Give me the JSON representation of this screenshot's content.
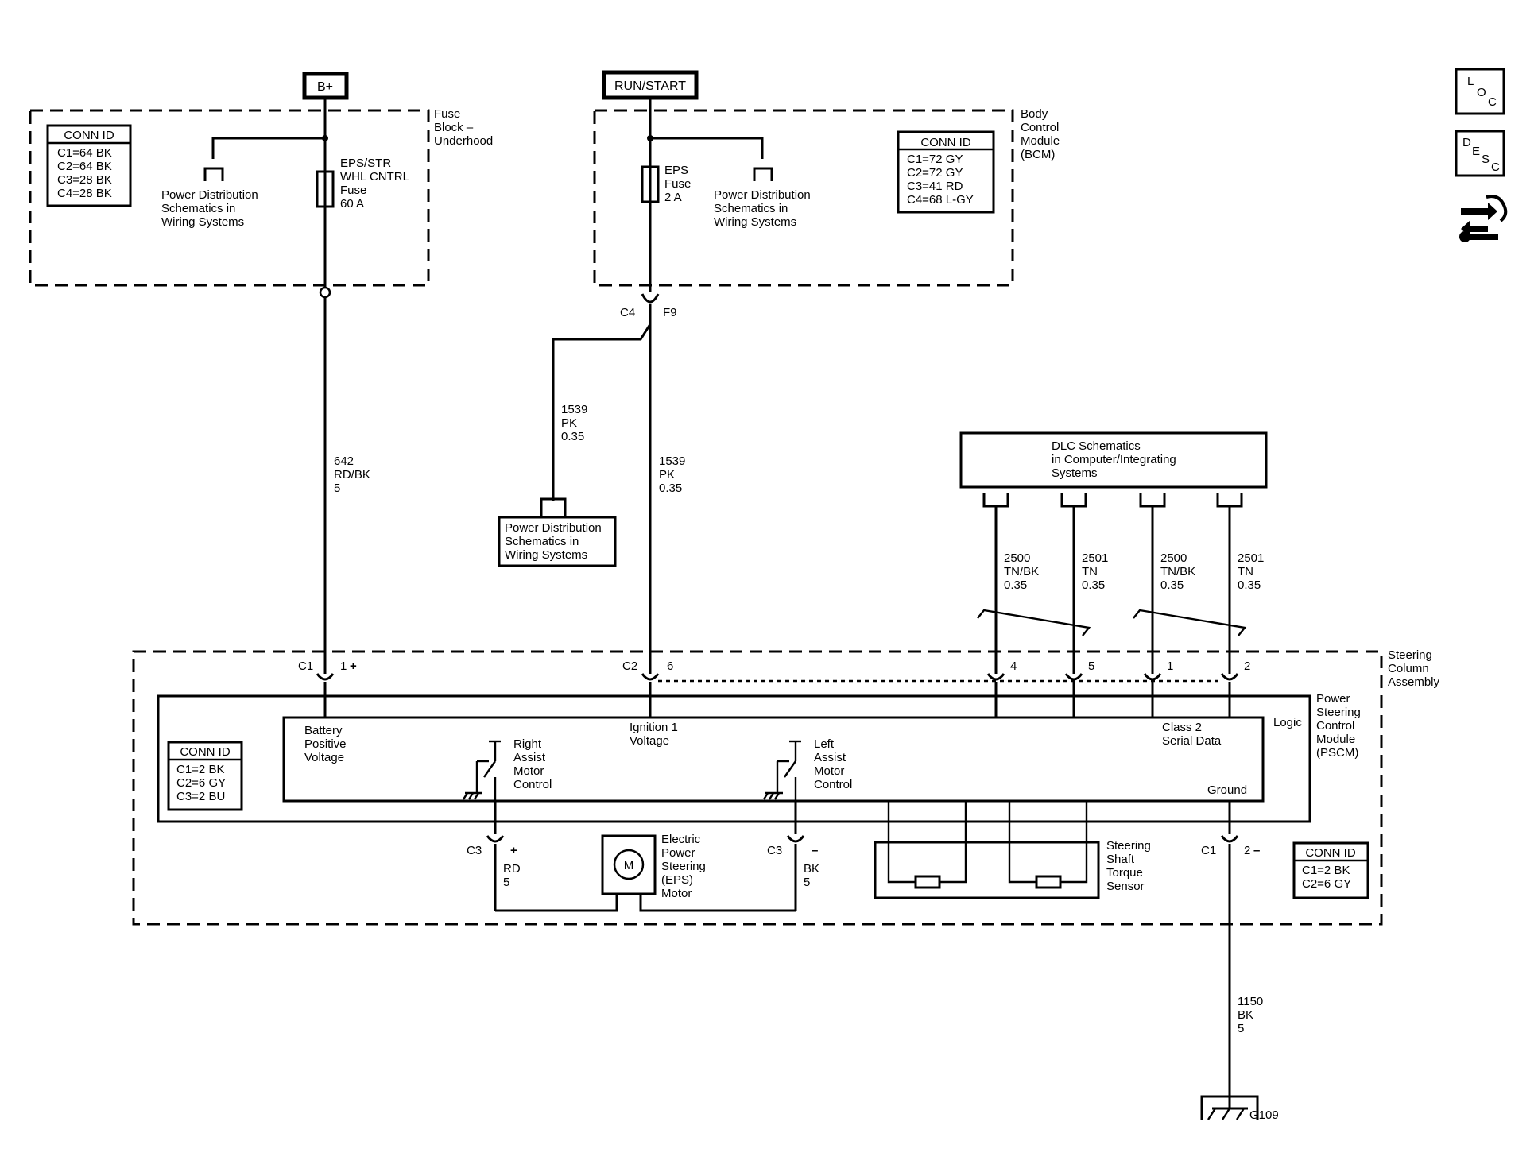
{
  "sources": {
    "battery": "B+",
    "ignition": "RUN/START"
  },
  "fuse_block": {
    "title": [
      "Fuse",
      "Block –",
      "Underhood"
    ],
    "conn_id": {
      "header": "CONN ID",
      "rows": [
        "C1=64 BK",
        "C2=64 BK",
        "C3=28 BK",
        "C4=28 BK"
      ]
    },
    "ref": [
      "Power Distribution",
      "Schematics in",
      "Wiring Systems"
    ],
    "fuse": [
      "EPS/STR",
      "WHL CNTRL",
      "Fuse",
      "60 A"
    ]
  },
  "bcm": {
    "title": [
      "Body",
      "Control",
      "Module",
      "(BCM)"
    ],
    "conn_id": {
      "header": "CONN ID",
      "rows": [
        "C1=72 GY",
        "C2=72 GY",
        "C3=41 RD",
        "C4=68 L-GY"
      ]
    },
    "ref": [
      "Power Distribution",
      "Schematics in",
      "Wiring Systems"
    ],
    "fuse": [
      "EPS",
      "Fuse",
      "2 A"
    ],
    "connector": {
      "id": "C4",
      "pin": "F9"
    }
  },
  "wires": {
    "battery_feed": [
      "642",
      "RD/BK",
      "5"
    ],
    "ignition_feed": [
      "1539",
      "PK",
      "0.35"
    ],
    "ignition_branch": [
      "1539",
      "PK",
      "0.35"
    ],
    "data_1": [
      "2500",
      "TN/BK",
      "0.35"
    ],
    "data_2": [
      "2501",
      "TN",
      "0.35"
    ],
    "data_3": [
      "2500",
      "TN/BK",
      "0.35"
    ],
    "data_4": [
      "2501",
      "TN",
      "0.35"
    ],
    "motor_pos": [
      "RD",
      "5"
    ],
    "motor_neg": [
      "BK",
      "5"
    ],
    "ground": [
      "1150",
      "BK",
      "5"
    ]
  },
  "branch_ref": [
    "Power Distribution",
    "Schematics in",
    "Wiring Systems"
  ],
  "dlc": [
    "DLC Schematics",
    "in Computer/Integrating",
    "Systems"
  ],
  "steering_column": {
    "title": [
      "Steering",
      "Column",
      "Assembly"
    ],
    "connectors": {
      "c1": "C1",
      "c1_pin": "1",
      "c2": "C2",
      "c2_pin": "6",
      "p4": "4",
      "p5": "5",
      "p1": "1",
      "p2": "2",
      "c3a": "C3",
      "c3b": "C3",
      "c1g": "C1",
      "c1g_pin": "2"
    },
    "conn_id": {
      "header": "CONN ID",
      "rows": [
        "C1=2 BK",
        "C2=6 GY",
        "C3=2 BU"
      ]
    },
    "conn_id_2": {
      "header": "CONN ID",
      "rows": [
        "C1=2 BK",
        "C2=6 GY"
      ]
    }
  },
  "pscm": {
    "title": [
      "Power",
      "Steering",
      "Control",
      "Module",
      "(PSCM)"
    ],
    "logic": "Logic",
    "battery_voltage": [
      "Battery",
      "Positive",
      "Voltage"
    ],
    "ignition_voltage": [
      "Ignition 1",
      "Voltage"
    ],
    "serial_data": [
      "Class 2",
      "Serial Data"
    ],
    "right_assist": [
      "Right",
      "Assist",
      "Motor",
      "Control"
    ],
    "left_assist": [
      "Left",
      "Assist",
      "Motor",
      "Control"
    ],
    "ground": "Ground"
  },
  "motor": {
    "symbol": "M",
    "label": [
      "Electric",
      "Power",
      "Steering",
      "(EPS)",
      "Motor"
    ]
  },
  "torque_sensor": [
    "Steering",
    "Shaft",
    "Torque",
    "Sensor"
  ],
  "ground_point": "G109",
  "side_icons": {
    "loc": [
      "L",
      "O",
      "C"
    ],
    "desc": [
      "D",
      "E",
      "S",
      "C"
    ],
    "icon_name": "connector-repair-icon"
  }
}
